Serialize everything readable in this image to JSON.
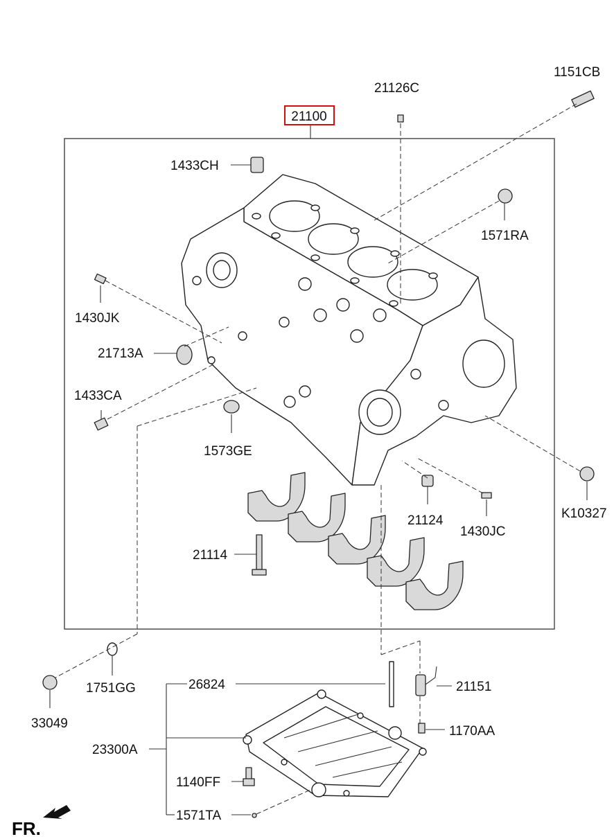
{
  "diagram": {
    "main_part": {
      "number": "21100",
      "highlight_color": "#d01010"
    },
    "labels": {
      "p1151CB": "1151CB",
      "p21126C": "21126C",
      "p1433CH": "1433CH",
      "p1571RA": "1571RA",
      "p1430JK": "1430JK",
      "p21713A": "21713A",
      "p1433CA": "1433CA",
      "p1573GE": "1573GE",
      "pK10327": "K10327",
      "p21124": "21124",
      "p1430JC": "1430JC",
      "p21114": "21114",
      "p1751GG": "1751GG",
      "p33049": "33049",
      "p26824": "26824",
      "p21151": "21151",
      "p1170AA": "1170AA",
      "p23300A": "23300A",
      "p1140FF": "1140FF",
      "p1571TA": "1571TA"
    },
    "direction_label": "FR."
  }
}
